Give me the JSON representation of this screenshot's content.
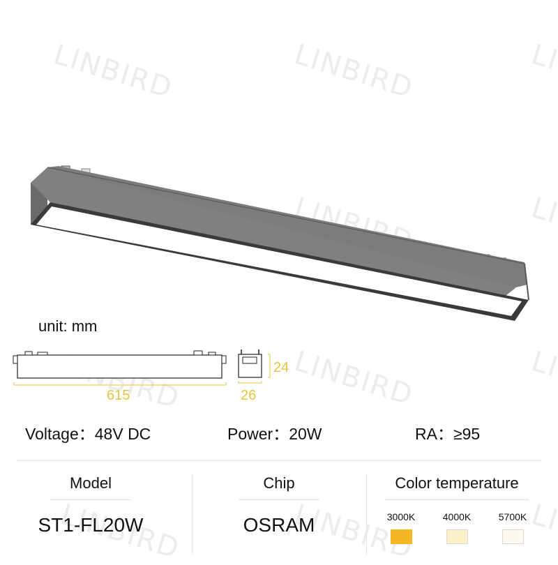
{
  "watermark": "LINBIRD",
  "product": {
    "unit_label": "unit: mm",
    "dimensions": {
      "length": "615",
      "width": "26",
      "height": "24"
    },
    "dimension_color": "#e8c340",
    "body_color": "#7b7b7b"
  },
  "specs": {
    "voltage": {
      "label": "Voltage：",
      "value": "48V DC"
    },
    "power": {
      "label": "Power：",
      "value": "20W"
    },
    "ra": {
      "label": "RA：",
      "value": "≥95"
    }
  },
  "details": {
    "model": {
      "title": "Model",
      "value": "ST1-FL20W"
    },
    "chip": {
      "title": "Chip",
      "value": "OSRAM"
    },
    "color_temperature": {
      "title": "Color temperature",
      "options": [
        {
          "label": "3000K",
          "color": "#f4b623"
        },
        {
          "label": "4000K",
          "color": "#fdefc8"
        },
        {
          "label": "5700K",
          "color": "#fdfaf0"
        }
      ]
    }
  }
}
